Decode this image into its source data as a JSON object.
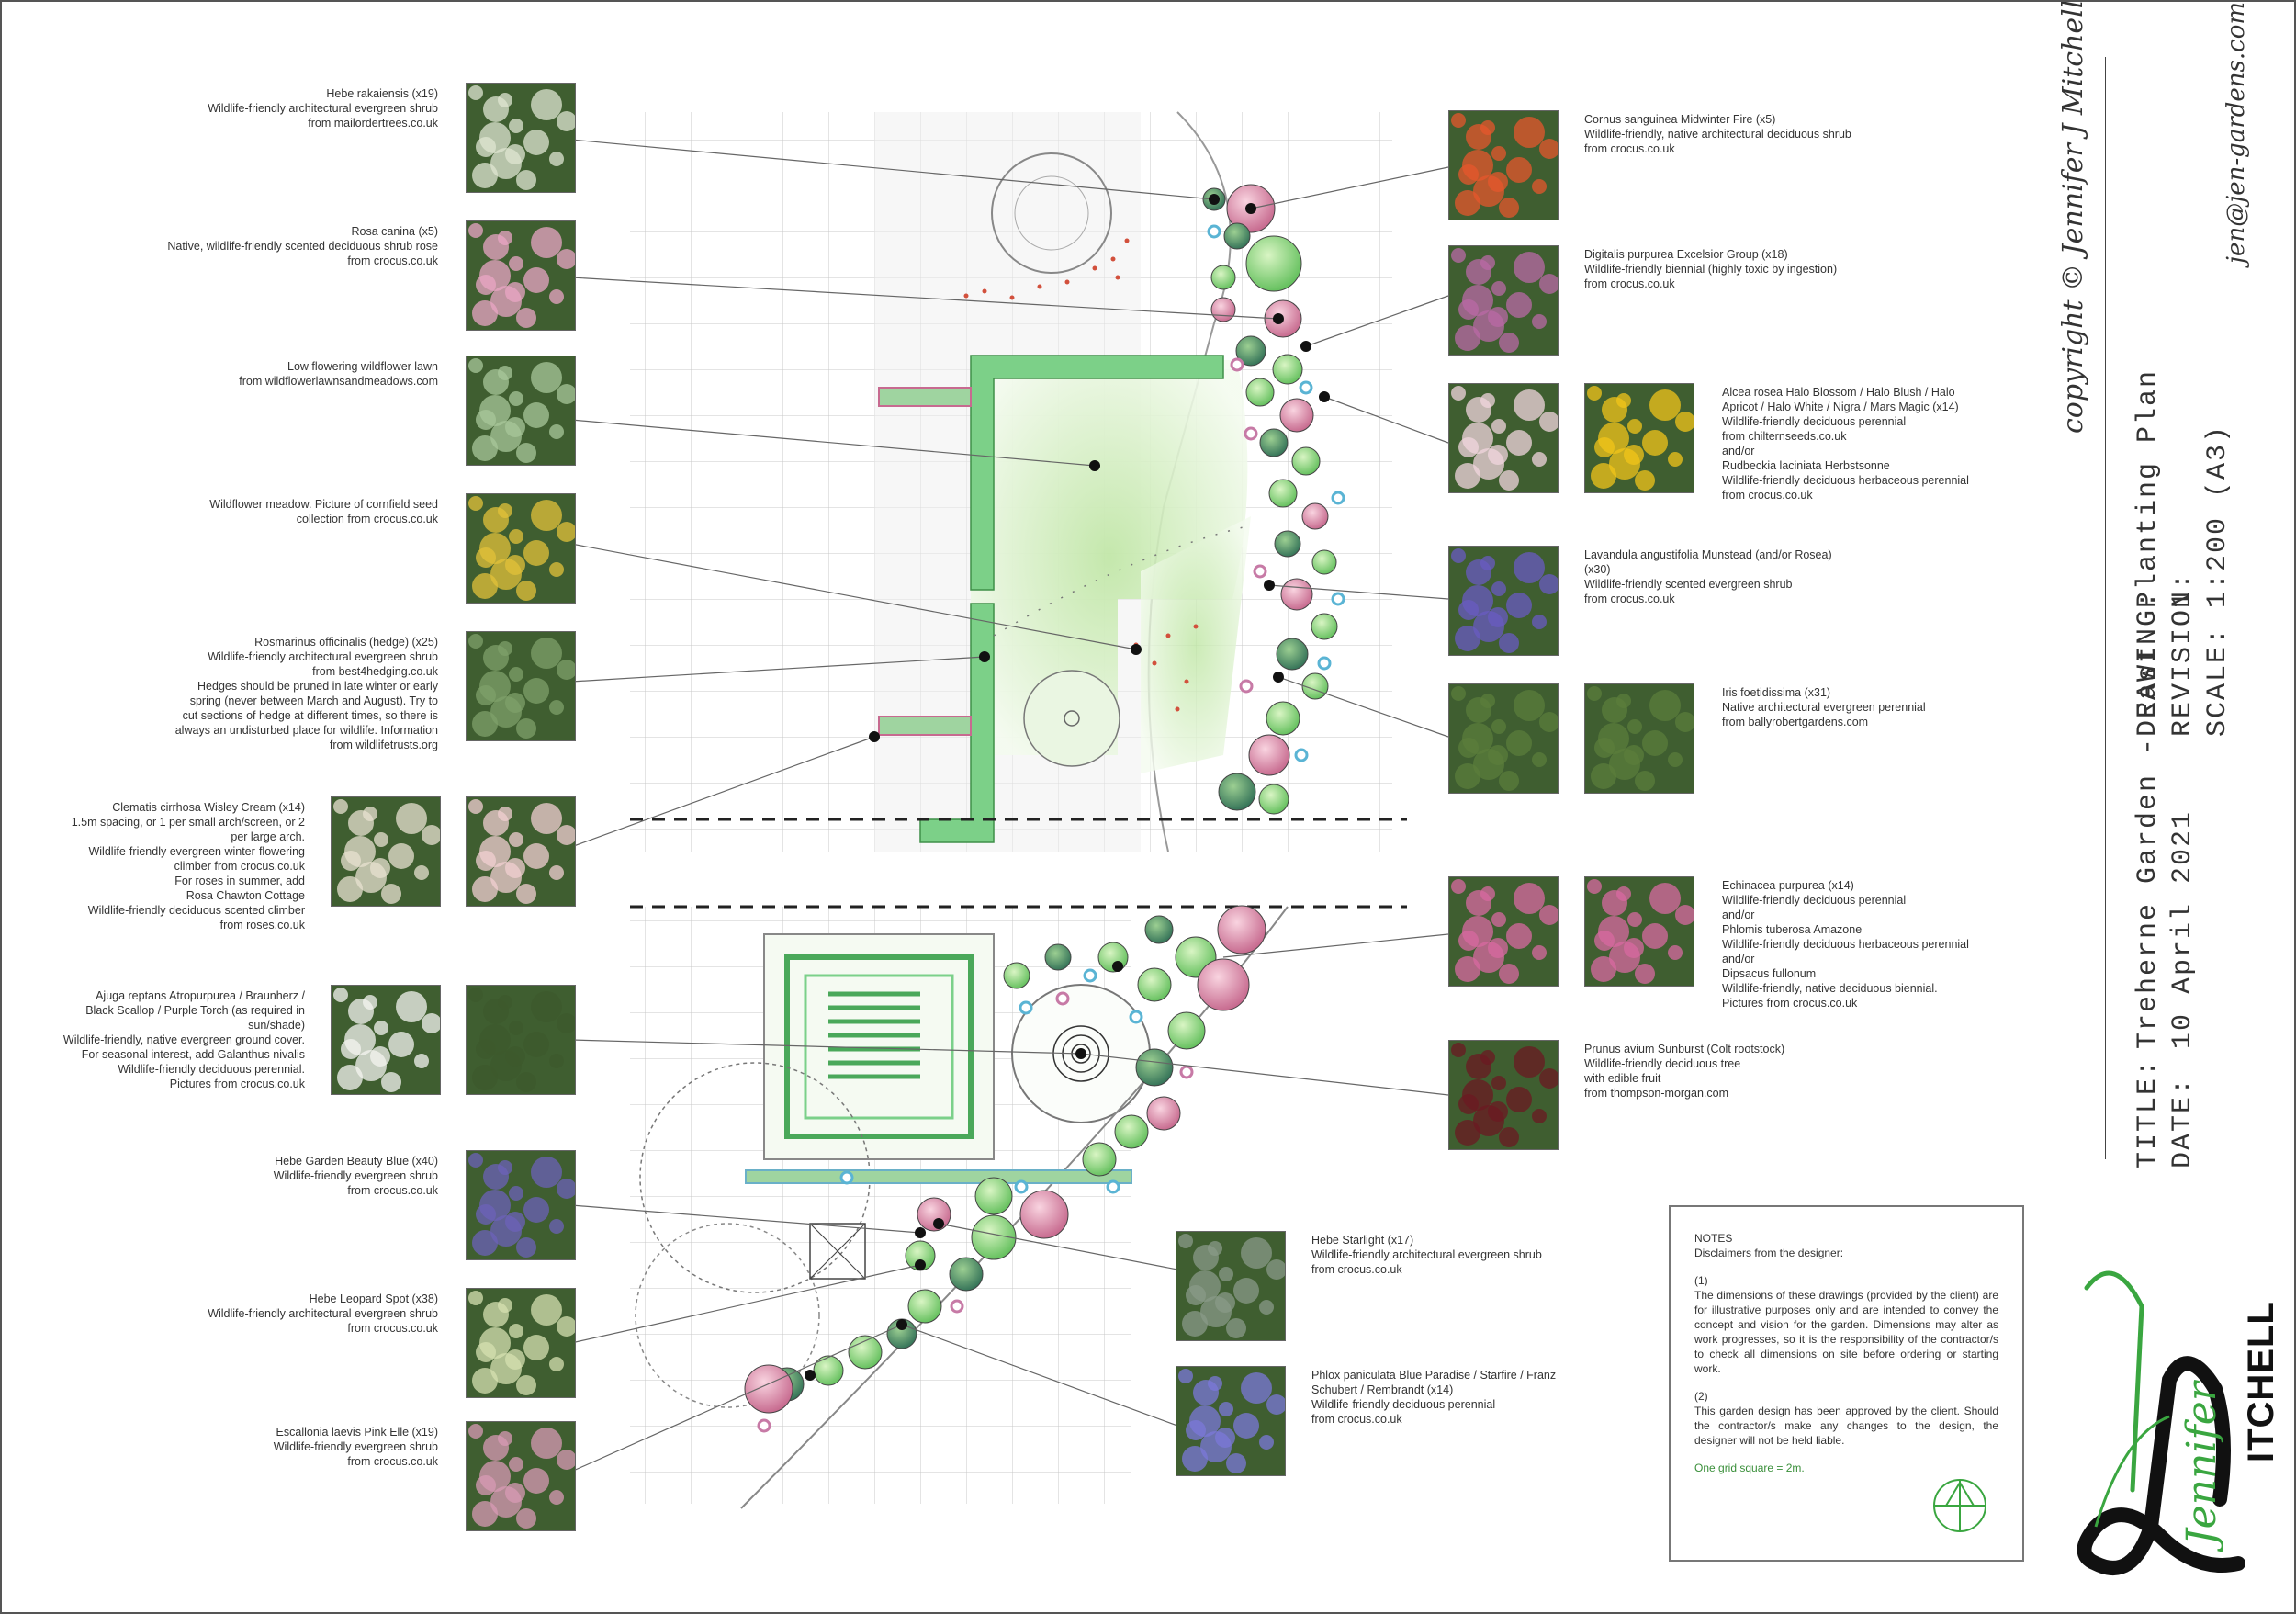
{
  "left_labels": [
    {
      "lines": [
        "Hebe rakaiensis (x19)",
        "Wildlife-friendly architectural evergreen shrub",
        "from mailordertrees.co.uk"
      ],
      "thumb": "white-shrub",
      "color": "#dfe6d2"
    },
    {
      "lines": [
        "Rosa canina (x5)",
        "Native, wildlife-friendly scented deciduous shrub rose",
        "from crocus.co.uk"
      ],
      "thumb": "pink-rose",
      "color": "#e9a6c4"
    },
    {
      "lines": [
        "Low flowering wildflower lawn",
        "from wildflowerlawnsandmeadows.com"
      ],
      "thumb": "meadow",
      "color": "#a8c79a"
    },
    {
      "lines": [
        "Wildflower meadow. Picture of cornfield seed",
        "collection from crocus.co.uk"
      ],
      "thumb": "cornfield",
      "color": "#e3c23a"
    },
    {
      "lines": [
        "Rosmarinus officinalis (hedge) (x25)",
        "Wildlife-friendly architectural evergreen shrub",
        "from best4hedging.co.uk",
        "Hedges should be pruned in late winter or early",
        "spring (never between March and August). Try to",
        "cut sections of hedge at different times, so there is",
        "always an undisturbed place for wildlife. Information",
        "from wildlifetrusts.org"
      ],
      "thumb": "rosemary",
      "color": "#7fa06a"
    },
    {
      "lines": [
        "Clematis cirrhosa Wisley Cream (x14)",
        "1.5m spacing, or 1 per small arch/screen, or 2",
        "per large arch.",
        "Wildlife-friendly evergreen winter-flowering",
        "climber from crocus.co.uk",
        "For roses in summer, add",
        "Rosa Chawton Cottage",
        "Wildlife-friendly deciduous scented climber",
        "from roses.co.uk"
      ],
      "thumb": "clematis",
      "color": "#f2cfd2"
    },
    {
      "lines": [
        "Ajuga reptans Atropurpurea / Braunherz /",
        "Black Scallop / Purple Torch (as required in",
        "sun/shade)",
        "Wildlife-friendly, native evergreen ground cover.",
        "For seasonal interest, add Galanthus nivalis",
        "Wildlife-friendly deciduous perennial.",
        "Pictures from crocus.co.uk"
      ],
      "thumb": "snowdrop",
      "color": "#3e5a2c"
    },
    {
      "lines": [
        "Hebe Garden Beauty Blue (x40)",
        "Wildlife-friendly evergreen shrub",
        "from crocus.co.uk"
      ],
      "thumb": "hebe-blue",
      "color": "#6c62b8"
    },
    {
      "lines": [
        "Hebe Leopard Spot (x38)",
        "Wildlife-friendly architectural evergreen shrub",
        "from crocus.co.uk"
      ],
      "thumb": "hebe-leopard",
      "color": "#d6e0b0"
    },
    {
      "lines": [
        "Escallonia laevis Pink Elle (x19)",
        "Wildlife-friendly evergreen shrub",
        "from crocus.co.uk"
      ],
      "thumb": "escallonia",
      "color": "#d89ab4"
    }
  ],
  "right_labels": [
    {
      "lines": [
        "Cornus sanguinea Midwinter Fire (x5)",
        "Wildlife-friendly, native architectural deciduous shrub",
        "from crocus.co.uk"
      ],
      "thumb": "cornus",
      "color": "#e5572c"
    },
    {
      "lines": [
        "Digitalis purpurea Excelsior Group (x18)",
        "Wildlife-friendly biennial (highly toxic by ingestion)",
        "from crocus.co.uk"
      ],
      "thumb": "foxglove",
      "color": "#b96aa6"
    },
    {
      "lines": [
        "Alcea rosea Halo Blossom / Halo Blush / Halo",
        "Apricot / Halo White / Nigra / Mars Magic (x14)",
        "Wildlife-friendly deciduous perennial",
        "from chilternseeds.co.uk",
        "and/or",
        "Rudbeckia laciniata Herbstsonne",
        "Wildlife-friendly deciduous herbaceous perennial",
        "from crocus.co.uk"
      ],
      "thumb": "alcea",
      "color": "#f2d6de"
    },
    {
      "lines": [
        "Lavandula angustifolia Munstead (and/or Rosea)",
        "(x30)",
        "Wildlife-friendly scented evergreen shrub",
        "from crocus.co.uk"
      ],
      "thumb": "lavender",
      "color": "#6a5bc2"
    },
    {
      "lines": [
        "Iris foetidissima (x31)",
        "Native architectural evergreen perennial",
        "from ballyrobertgardens.com"
      ],
      "thumb": "iris",
      "color": "#5b7d3b"
    },
    {
      "lines": [
        "Echinacea purpurea (x14)",
        "Wildlife-friendly deciduous perennial",
        "and/or",
        "Phlomis tuberosa Amazone",
        "Wildlife-friendly deciduous herbaceous perennial",
        "and/or",
        "Dipsacus fullonum",
        "Wildlife-friendly, native deciduous biennial.",
        "Pictures from crocus.co.uk"
      ],
      "thumb": "echinacea",
      "color": "#d86aa0"
    },
    {
      "lines": [
        "Prunus avium Sunburst (Colt rootstock)",
        "Wildlife-friendly deciduous tree",
        "with edible fruit",
        "from thompson-morgan.com"
      ],
      "thumb": "cherries",
      "color": "#6b1a22"
    },
    {
      "lines": [
        "Hebe Starlight (x17)",
        "Wildlife-friendly architectural evergreen shrub",
        "from crocus.co.uk"
      ],
      "thumb": "hebe-starlight",
      "color": "#8a9a88"
    },
    {
      "lines": [
        "Phlox paniculata Blue Paradise / Starfire / Franz",
        "Schubert / Rembrandt (x14)",
        "Wildlife-friendly deciduous perennial",
        "from crocus.co.uk"
      ],
      "thumb": "phlox",
      "color": "#7b78d8"
    }
  ],
  "notes": {
    "title": "NOTES",
    "subtitle": "Disclaimers from the designer:",
    "n1_label": "(1)",
    "n1_text": "The dimensions of these drawings (provided by the client) are for illustrative purposes only and are intended to convey the concept and vision for the garden. Dimensions may alter as work progresses, so it is the responsibility of the contractor/s to check all dimensions on site before ordering or starting work.",
    "n2_label": "(2)",
    "n2_text": "This garden design has been approved by the client. Should the contractor/s make any changes to the design, the designer will not be held liable.",
    "grid_note": "One grid square = 2m."
  },
  "title_block": {
    "title_label": "TITLE:",
    "date_label": "DATE:",
    "title_value": "Treherne Garden - East",
    "date_value": "10 April 2021",
    "drawing_label": "DRAWING:",
    "revision_label": "REVISION:",
    "scale_label": "SCALE:",
    "drawing_value": "Planting Plan",
    "revision_value": "1",
    "scale_value": "1:200 (A3)",
    "copyright": "copyright © Jennifer J Mitchell (2021)",
    "email": "jen@jen-gardens.com"
  },
  "logo": {
    "script": "Jennifer",
    "surname": "ITCHELL",
    "accent": "#3aa640"
  },
  "colors": {
    "hedge": "#5fbf6a",
    "lawn": "#c9e8b4",
    "pink": "#e07a9a",
    "blue": "#5ab4d4",
    "tree": "#a8dd8c"
  }
}
